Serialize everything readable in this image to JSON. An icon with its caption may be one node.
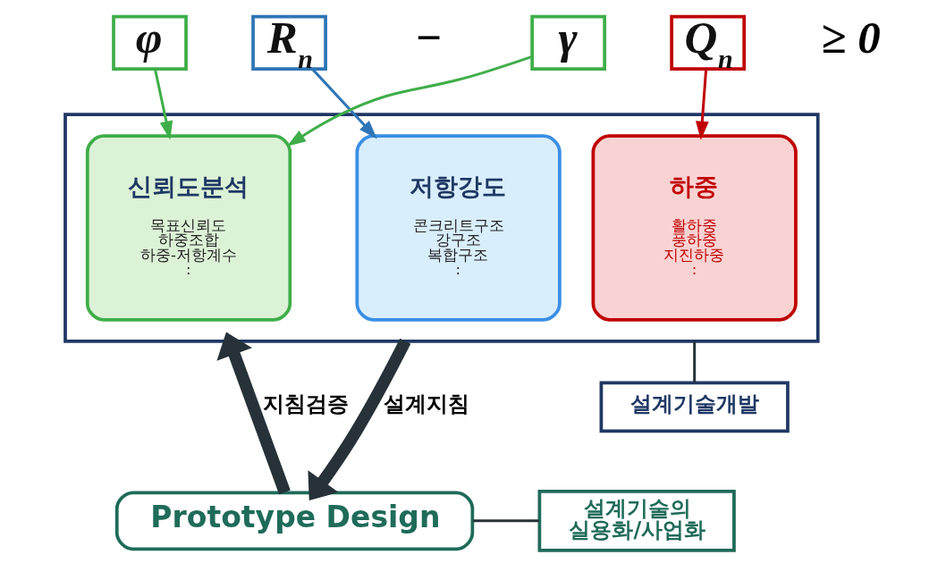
{
  "diagram": {
    "nodes": [
      {
        "text": [
          "φ"
        ]
      },
      {
        "text": [
          "R$_{n}$"
        ]
      },
      {
        "text": [
          "γ"
        ]
      },
      {
        "text": [
          "Q$_{n}$"
        ]
      },
      {
        "text": [],
        "shape": "box"
      },
      {
        "text": [
          "저항강도",
          "콘크리트구조 강구조 복합구조 :"
        ],
        "in": 4
      },
      {
        "text": [
          "신뢰도분석",
          "목표신뢰도 하중조합 하중-저항계수 :"
        ],
        "in": 4
      },
      {
        "text": [
          "하중",
          "활하중 풍하중 지진하중 :"
        ],
        "in": 4
      },
      {
        "text": [
          "설계기술개발"
        ]
      },
      {
        "text": [
          "Prototype Design"
        ]
      },
      {
        "text": [
          "설계기술의 실용화/사업화"
        ]
      }
    ],
    "edges": [
      {
        "from": 1,
        "to": 5,
        "arrow": "to",
        "color": "#2e75b6"
      },
      {
        "from": 0,
        "to": 6,
        "arrow": "to",
        "color": "#3fae49"
      },
      {
        "from": 2,
        "to": 6,
        "arrow": "to",
        "color": "#3fae49"
      },
      {
        "from": 3,
        "to": 7,
        "arrow": "to",
        "color": "#c00000"
      },
      {
        "from": 4,
        "to": 8,
        "arrow": "none"
      },
      {
        "from": 4,
        "to": 9,
        "arrow": "to",
        "label": "설계지침",
        "style": "thick"
      },
      {
        "from": 9,
        "to": 4,
        "arrow": "to",
        "label": "지침검증",
        "style": "thick"
      },
      {
        "from": 9,
        "to": 10,
        "arrow": "none"
      }
    ],
    "labels": [
      "−",
      "≥ 0"
    ]
  }
}
